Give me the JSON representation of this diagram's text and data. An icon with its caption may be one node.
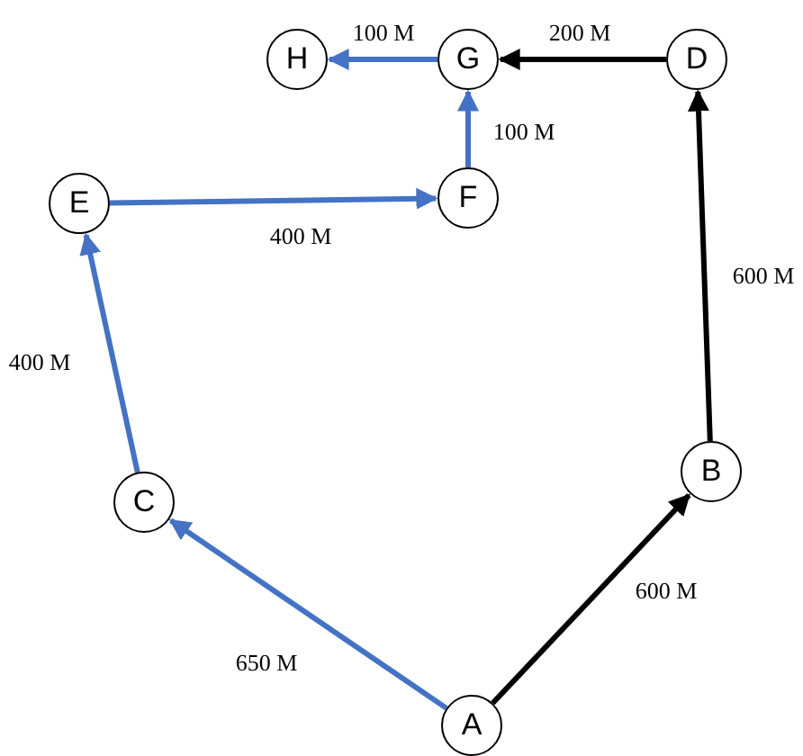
{
  "diagram": {
    "nodes": [
      {
        "text": [
          "H"
        ]
      },
      {
        "text": [
          "G"
        ]
      },
      {
        "text": [
          "D"
        ]
      },
      {
        "text": [
          "E"
        ]
      },
      {
        "text": [
          "F"
        ]
      },
      {
        "text": [
          "B"
        ]
      },
      {
        "text": [
          "C"
        ]
      },
      {
        "text": [
          "A"
        ]
      }
    ],
    "edges": [
      {
        "from": 7,
        "to": 6,
        "arrow": "to",
        "label": "650 M"
      },
      {
        "from": 6,
        "to": 3,
        "arrow": "to",
        "label": "400 M"
      },
      {
        "from": 3,
        "to": 4,
        "arrow": "to",
        "label": "400 M"
      },
      {
        "from": 4,
        "to": 1,
        "arrow": "to",
        "label": "100 M"
      },
      {
        "from": 1,
        "to": 0,
        "arrow": "to",
        "label": "100 M"
      },
      {
        "from": 7,
        "to": 5,
        "arrow": "to",
        "label": "600 M",
        "color": "#000000"
      },
      {
        "from": 5,
        "to": 2,
        "arrow": "to",
        "label": "600 M",
        "color": "#000000"
      },
      {
        "from": 2,
        "to": 1,
        "arrow": "to",
        "label": "200 M",
        "color": "#000000"
      }
    ]
  }
}
